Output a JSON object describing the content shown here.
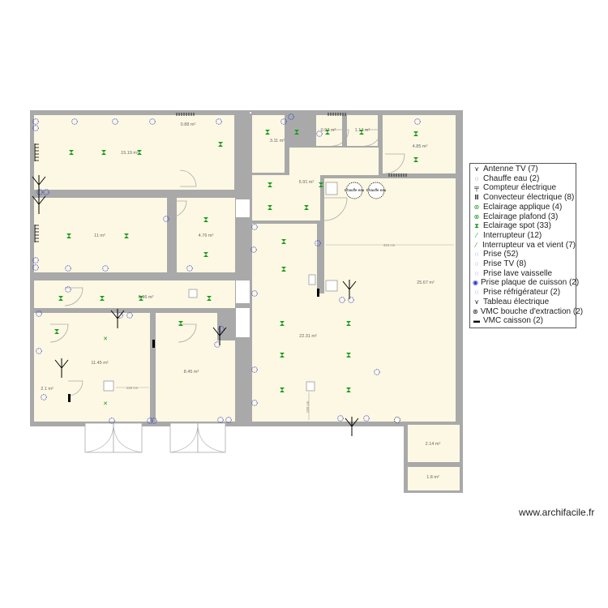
{
  "plan": {
    "rooms": [
      {
        "id": "sejour",
        "area": "15.19 m²"
      },
      {
        "id": "placard",
        "area": "0.88 m²"
      },
      {
        "id": "chambre1",
        "area": "11 m²"
      },
      {
        "id": "chambre2",
        "area": "4.76 m²"
      },
      {
        "id": "couloir",
        "area": "6.96 m²"
      },
      {
        "id": "chambre3",
        "area": "11.45 m²"
      },
      {
        "id": "sdb1",
        "area": "2.1 m²"
      },
      {
        "id": "chambre4",
        "area": "8.45 m²"
      },
      {
        "id": "piece311",
        "area": "3.11 m²"
      },
      {
        "id": "wc1",
        "area": "0.97 m²"
      },
      {
        "id": "wc2",
        "area": "1.17 m²"
      },
      {
        "id": "piece485",
        "area": "4.85 m²"
      },
      {
        "id": "entree",
        "area": "5.91 m²"
      },
      {
        "id": "salon",
        "area": "25.67 m²"
      },
      {
        "id": "cuisine",
        "area": "22.31 m²"
      },
      {
        "id": "cellier",
        "area": "2.14 m²"
      },
      {
        "id": "local",
        "area": "1.8 m²"
      }
    ],
    "dimensions": [
      "434 cm",
      "119 cm",
      "180 cm"
    ],
    "water_heaters": [
      "Chauffe eau",
      "Chauffe eau"
    ]
  },
  "legend": {
    "items": [
      {
        "icon": "antenna-icon",
        "glyph": "⋎",
        "color": "#000",
        "label": "Antenne TV (7)"
      },
      {
        "icon": "water-heater-icon",
        "glyph": "◌",
        "color": "#000",
        "label": "Chauffe eau (2)"
      },
      {
        "icon": "meter-icon",
        "glyph": "╤",
        "color": "#000",
        "label": "Compteur électrique"
      },
      {
        "icon": "convector-icon",
        "glyph": "Ⅲ",
        "color": "#000",
        "label": "Convecteur électrique (8)"
      },
      {
        "icon": "wall-light-icon",
        "glyph": "⊛",
        "color": "#1a9a1a",
        "label": "Eclairage applique (4)"
      },
      {
        "icon": "ceiling-light-icon",
        "glyph": "⊗",
        "color": "#1a9a1a",
        "label": "Eclairage plafond (3)"
      },
      {
        "icon": "spot-light-icon",
        "glyph": "⧗",
        "color": "#1a9a1a",
        "label": "Eclairage spot (33)"
      },
      {
        "icon": "switch-icon",
        "glyph": "⁄",
        "color": "#1a9a1a",
        "label": "Interrupteur (12)"
      },
      {
        "icon": "two-way-switch-icon",
        "glyph": "⁄",
        "color": "#1a9a1a",
        "label": "Interrupteur va et vient (7)"
      },
      {
        "icon": "outlet-icon",
        "glyph": "◌",
        "color": "#2233cc",
        "label": "Prise (52)"
      },
      {
        "icon": "tv-outlet-icon",
        "glyph": "◌",
        "color": "#2233cc",
        "label": "Prise TV (8)"
      },
      {
        "icon": "dishwasher-outlet-icon",
        "glyph": "◌",
        "color": "#2233cc",
        "label": "Prise lave vaisselle"
      },
      {
        "icon": "cooktop-outlet-icon",
        "glyph": "◉",
        "color": "#2233cc",
        "label": "Prise plaque de cuisson (2)"
      },
      {
        "icon": "fridge-outlet-icon",
        "glyph": "◌",
        "color": "#2233cc",
        "label": "Prise réfrigérateur (2)"
      },
      {
        "icon": "panel-icon",
        "glyph": "⋎",
        "color": "#000",
        "label": "Tableau électrique"
      },
      {
        "icon": "vmc-vent-icon",
        "glyph": "⊛",
        "color": "#000",
        "label": "VMC bouche d'extraction (2)"
      },
      {
        "icon": "vmc-unit-icon",
        "glyph": "▬",
        "color": "#000",
        "label": "VMC caisson (2)"
      }
    ]
  },
  "footer": {
    "credit": "www.archifacile.fr"
  },
  "colors": {
    "floor": "#fdf8e4",
    "wall": "#a9a9a9",
    "spot": "#1a9a1a",
    "outlet": "#2233cc"
  }
}
